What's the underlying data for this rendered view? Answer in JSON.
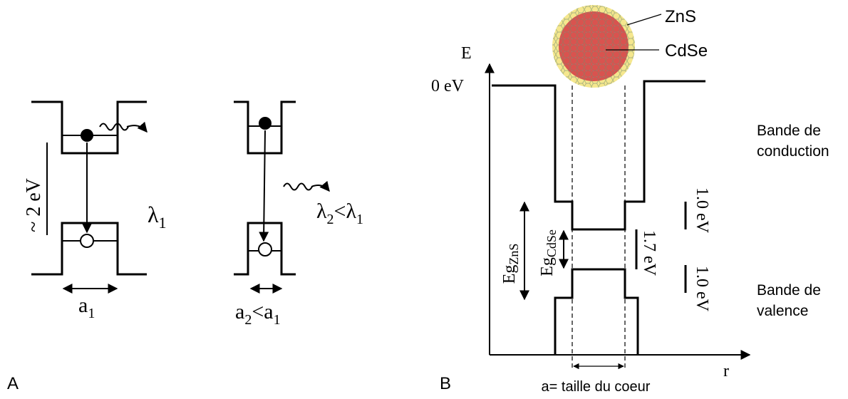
{
  "panel_a": {
    "label": "A",
    "energy_gap": "~ 2 eV",
    "well1": {
      "width": "a",
      "width_sub": "1",
      "wavelength": "λ",
      "wavelength_sub": "1"
    },
    "well2": {
      "width": "a",
      "width_sub": "2",
      "width_rel": "<a",
      "width_rel_sub": "1",
      "wavelength": "λ",
      "wavelength_sub": "2",
      "wavelength_rel": "<λ",
      "wavelength_rel_sub": "1"
    }
  },
  "panel_b": {
    "label": "B",
    "y_axis": "E",
    "x_axis": "r",
    "zero_level": "0 eV",
    "shell_material": "ZnS",
    "core_material": "CdSe",
    "conduction_band": [
      "Bande de",
      "conduction"
    ],
    "valence_band": [
      "Bande de",
      "valence"
    ],
    "eg_zns": {
      "main": "Eg",
      "sub": "ZnS"
    },
    "eg_cdse": {
      "main": "Eg",
      "sub": "CdSe"
    },
    "offset_conduction": "1.0 eV",
    "core_gap": "1.7 eV",
    "offset_valence": "1.0 eV",
    "core_size": "a= taille du coeur"
  },
  "colors": {
    "shell": "#f3e37a",
    "core": "#d9534f",
    "lattice": "#7a9a7a"
  }
}
